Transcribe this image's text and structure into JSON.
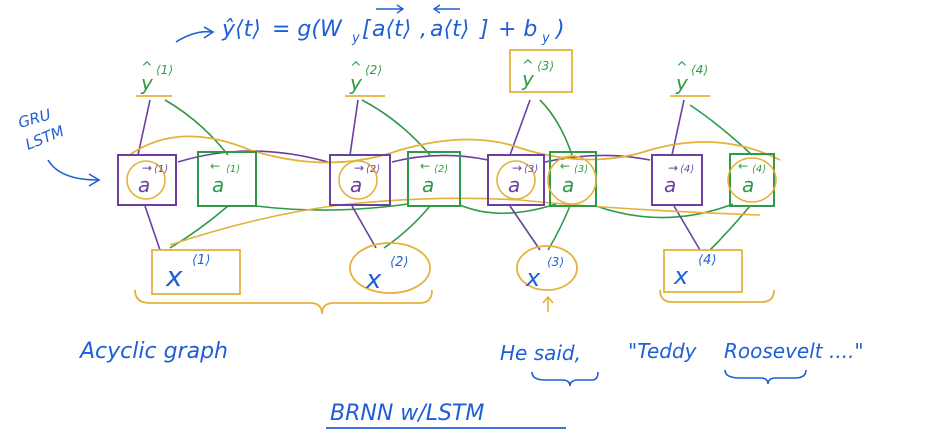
{
  "formula": {
    "lhs": "ŷ⟨t⟩",
    "rhs": "= g(W",
    "w_sub": "y",
    "bracket_open": "[",
    "a_fwd": "a⟨t⟩",
    "comma": ",",
    "a_bwd": "a⟨t⟩",
    "bracket_close": "]",
    "plus": "+ b",
    "b_sub": "y",
    "close": ")"
  },
  "left_labels": {
    "gru": "GRU",
    "lstm": "LSTM"
  },
  "outputs": [
    {
      "hat": "^",
      "base": "y",
      "sup": "⟨1⟩"
    },
    {
      "hat": "^",
      "base": "y",
      "sup": "⟨2⟩"
    },
    {
      "hat": "^",
      "base": "y",
      "sup": "⟨3⟩"
    },
    {
      "hat": "^",
      "base": "y",
      "sup": "⟨4⟩"
    }
  ],
  "forward_units": [
    {
      "arrow": "→",
      "base": "a",
      "sup": "⟨1⟩"
    },
    {
      "arrow": "→",
      "base": "a",
      "sup": "⟨2⟩"
    },
    {
      "arrow": "→",
      "base": "a",
      "sup": "⟨3⟩"
    },
    {
      "arrow": "→",
      "base": "a",
      "sup": "⟨4⟩"
    }
  ],
  "backward_units": [
    {
      "arrow": "←",
      "base": "a",
      "sup": "⟨1⟩"
    },
    {
      "arrow": "←",
      "base": "a",
      "sup": "⟨2⟩"
    },
    {
      "arrow": "←",
      "base": "a",
      "sup": "⟨3⟩"
    },
    {
      "arrow": "←",
      "base": "a",
      "sup": "⟨4⟩"
    }
  ],
  "inputs": [
    {
      "base": "x",
      "sup": "⟨1⟩"
    },
    {
      "base": "x",
      "sup": "⟨2⟩"
    },
    {
      "base": "x",
      "sup": "⟨3⟩"
    },
    {
      "base": "x",
      "sup": "⟨4⟩"
    }
  ],
  "notes": {
    "acyclic": "Acyclic graph",
    "he_said": "He said,",
    "teddy": "\"Teddy",
    "roosevelt": "Roosevelt ....\""
  },
  "title": "BRNN w/LSTM",
  "colors": {
    "blue": "#1f5fd6",
    "purple": "#6a3fa0",
    "green": "#2f9a45",
    "orange": "#e4b23a"
  }
}
